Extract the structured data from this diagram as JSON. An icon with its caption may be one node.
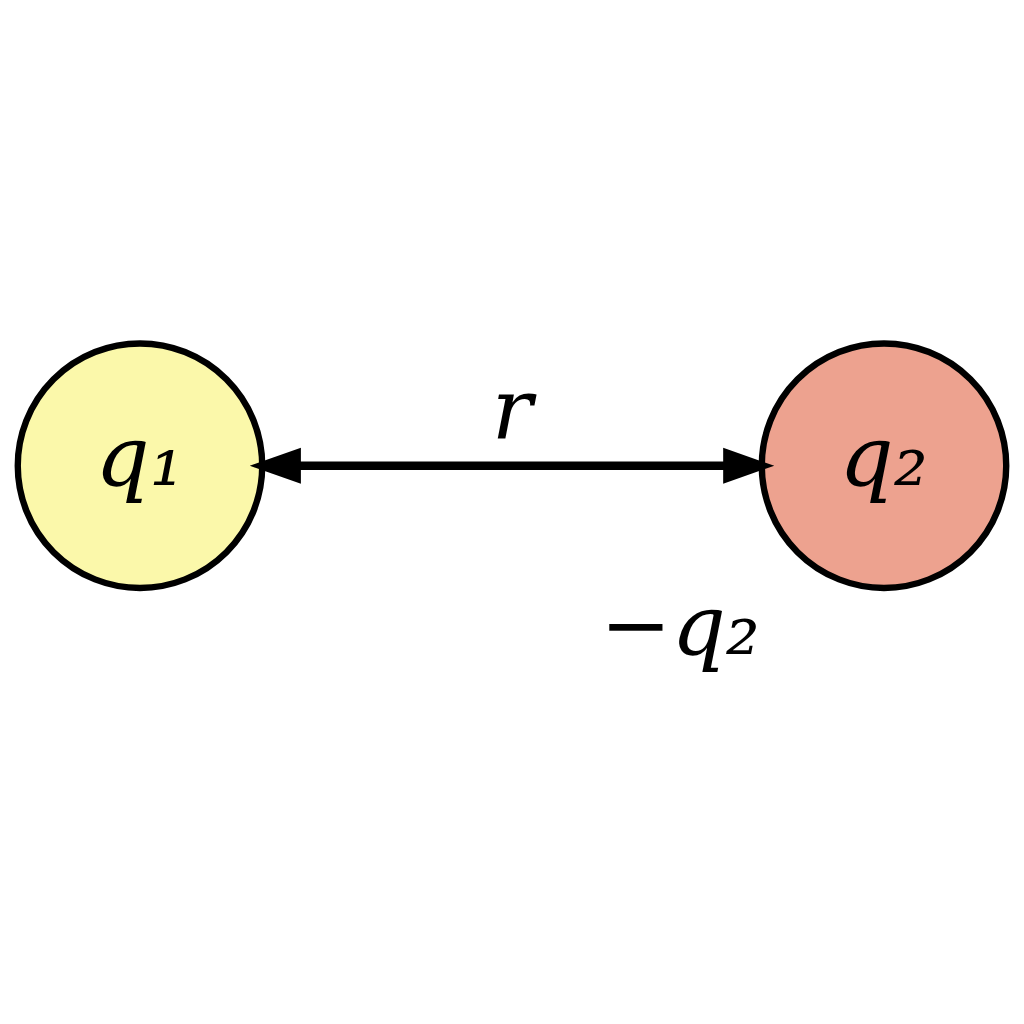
{
  "diagram": {
    "nodes": [
      {
        "text": [
          "q₁"
        ]
      },
      {
        "text": [
          "q₂"
        ],
        "beside": [
          "−q₂"
        ]
      }
    ],
    "edges": [
      {
        "from": 0,
        "to": 1,
        "arrow": "both",
        "label": "r"
      }
    ]
  }
}
